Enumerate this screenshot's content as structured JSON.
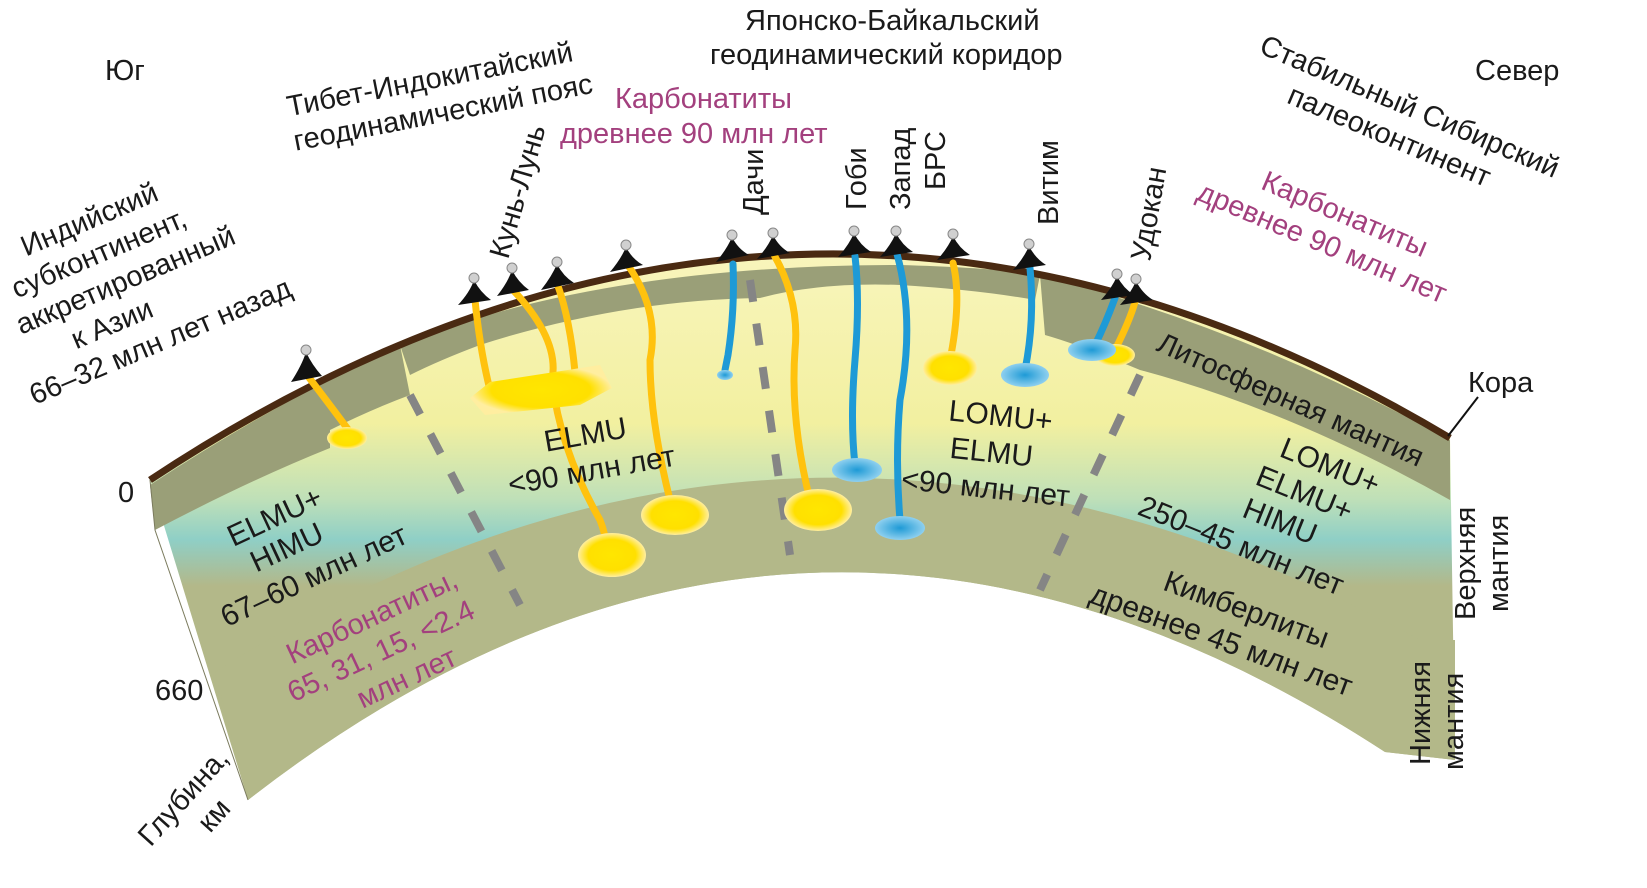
{
  "directions": {
    "south": "Юг",
    "north": "Север"
  },
  "belts": {
    "tibet": [
      "Тибет-Индокитайский",
      "геодинамический пояс"
    ],
    "japan_baikal": [
      "Японско-Байкальский",
      "геодинамический коридор"
    ]
  },
  "continents": {
    "indian": [
      "Индийский",
      "субконтинент,",
      "аккретированный",
      "к Азии",
      "66–32 млн лет назад"
    ],
    "siberian": [
      "Стабильный Сибирский",
      "палеоконтинент"
    ]
  },
  "carbonatites": {
    "top_center": [
      "Карбонатиты",
      "древнее 90 млн лет"
    ],
    "top_right": [
      "Карбонатиты",
      "древнее 90 млн лет"
    ],
    "bottom_left": [
      "Карбонатиты,",
      "65, 31, 15, <2.4",
      "млн лет"
    ]
  },
  "volcano_sites": {
    "kun_lun": "Кунь-Лунь",
    "dachi": "Дачи",
    "gobi": "Гоби",
    "zapad_brs": [
      "Запад",
      "БРС"
    ],
    "vitim": "Витим",
    "udokan": "Удокан"
  },
  "layers": {
    "crust": "Кора",
    "lithospheric_mantle": "Литосферная мантия",
    "upper_mantle": [
      "Верхняя",
      "мантия"
    ],
    "lower_mantle": [
      "Нижняя",
      "мантия"
    ]
  },
  "sources": {
    "left": [
      "ELMU+",
      "HIMU",
      "67–60  млн лет"
    ],
    "center_left": [
      "ELMU",
      "<90  млн лет"
    ],
    "center_right": [
      "LOMU+",
      "ELMU",
      "<90 млн лет"
    ],
    "right": [
      "LOMU+",
      "ELMU+",
      "HIMU",
      "250–45  млн лет"
    ]
  },
  "kimberlites": [
    "Кимберлиты",
    "древнее 45 млн лет"
  ],
  "depth_axis": {
    "tick_0": "0",
    "tick_660": "660",
    "title": [
      "Глубина,",
      "км"
    ]
  },
  "colors": {
    "carbonatite_conduit": "#ffc20e",
    "kimberlite_conduit": "#1e9ad6",
    "label_purple": "#a3407e",
    "crust": "#4a2a12",
    "lithosphere": "#9a9f78",
    "lower_mantle": "#b3b889"
  }
}
